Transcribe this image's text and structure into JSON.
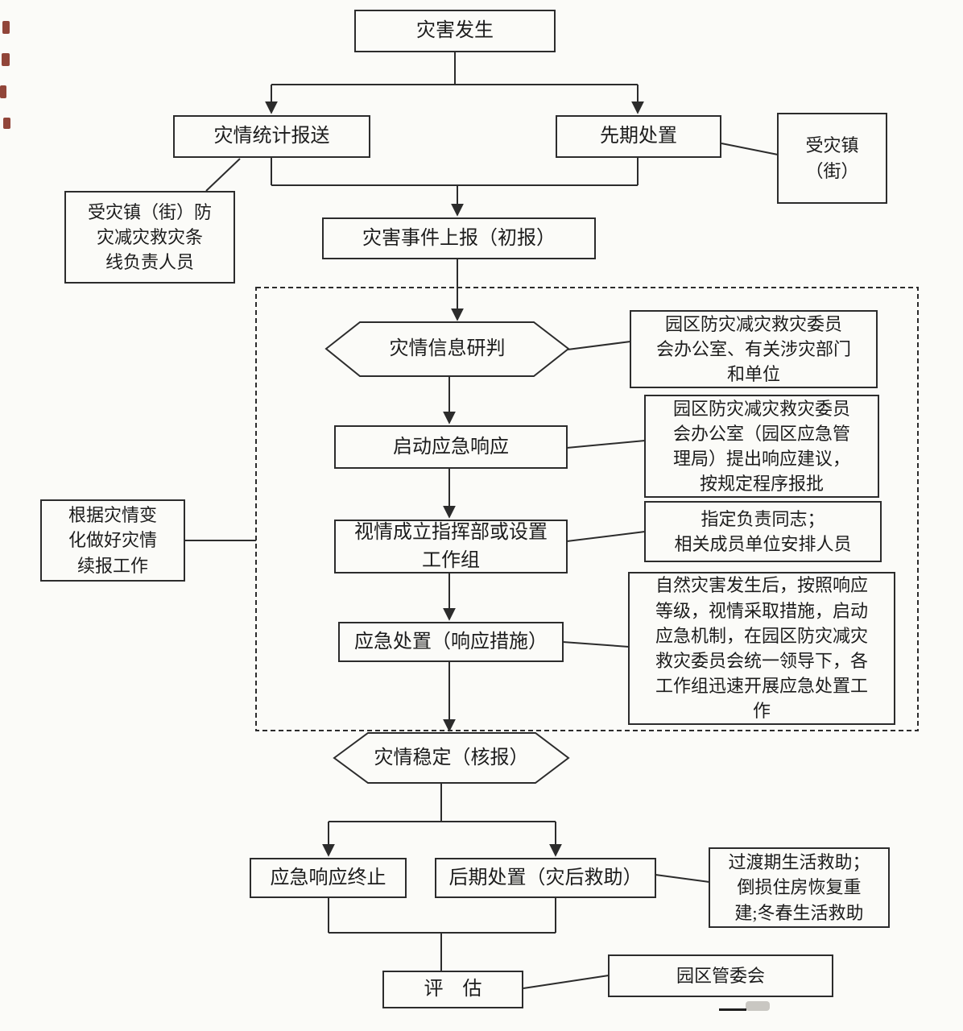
{
  "nodes": {
    "disaster_occurs": {
      "label": "灾害发生"
    },
    "stats_report": {
      "label": "灾情统计报送"
    },
    "initial_disposal": {
      "label": "先期处置"
    },
    "event_report": {
      "label": "灾害事件上报（初报）"
    },
    "info_analysis": {
      "label": "灾情信息研判"
    },
    "start_response": {
      "label": "启动应急响应"
    },
    "setup_command": {
      "label": "视情成立指挥部或设置\n工作组"
    },
    "emergency_disposal": {
      "label": "应急处置（响应措施）"
    },
    "situation_stable": {
      "label": "灾情稳定（核报）"
    },
    "response_end": {
      "label": "应急响应终止"
    },
    "later_disposal": {
      "label": "后期处置（灾后救助）"
    },
    "evaluation": {
      "label": "评　估"
    }
  },
  "callouts": {
    "affected_town": {
      "label": "受灾镇\n（街）"
    },
    "line_staff": {
      "label": "受灾镇（街）防\n灾减灾救灾条\n线负责人员"
    },
    "analysis_org": {
      "label": "园区防灾减灾救灾委员\n会办公室、有关涉灾部门\n和单位"
    },
    "response_org": {
      "label": "园区防灾减灾救灾委员\n会办公室（园区应急管\n理局）提出响应建议，\n按规定程序报批"
    },
    "assign_staff": {
      "label": "指定负责同志；\n相关成员单位安排人员"
    },
    "continued_report": {
      "label": "根据灾情变\n化做好灾情\n续报工作"
    },
    "disposal_note": {
      "label": "自然灾害发生后，按照响应\n等级，视情采取措施，启动\n应急机制，在园区防灾减灾\n救灾委员会统一领导下，各\n工作组迅速开展应急处置工\n作"
    },
    "relief_note": {
      "label": "过渡期生活救助；\n倒损住房恢复重\n建;冬春生活救助"
    },
    "committee": {
      "label": "园区管委会"
    }
  },
  "colors": {
    "line": "#2c2c2c",
    "background": "#fbfbf8",
    "artifact_red": "#7e2418"
  }
}
